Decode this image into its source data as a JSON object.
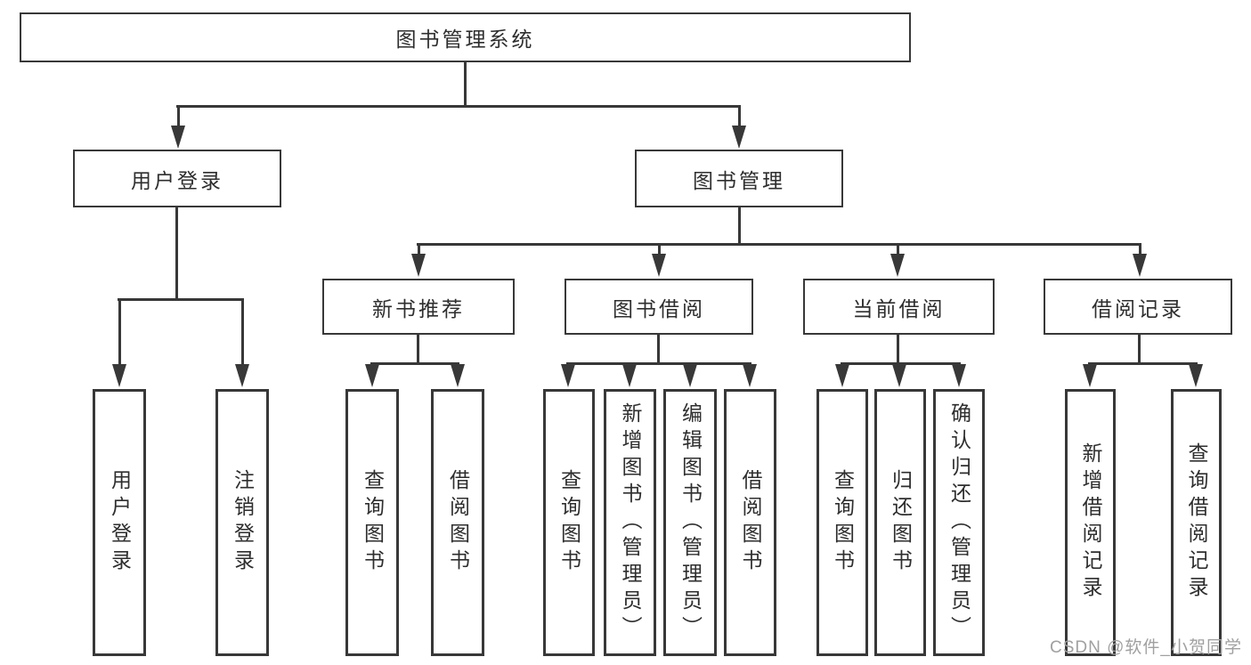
{
  "diagram": {
    "root": {
      "label": "图书管理系统"
    },
    "level2": [
      {
        "label": "用户登录"
      },
      {
        "label": "图书管理"
      }
    ],
    "level3": [
      {
        "label": "新书推荐"
      },
      {
        "label": "图书借阅"
      },
      {
        "label": "当前借阅"
      },
      {
        "label": "借阅记录"
      }
    ],
    "leaves": [
      {
        "label": "用户登录"
      },
      {
        "label": "注销登录"
      },
      {
        "label": "查询图书"
      },
      {
        "label": "借阅图书"
      },
      {
        "label": "查询图书"
      },
      {
        "label": "新增图书（管理员）"
      },
      {
        "label": "编辑图书（管理员）"
      },
      {
        "label": "借阅图书"
      },
      {
        "label": "查询图书"
      },
      {
        "label": "归还图书"
      },
      {
        "label": "确认归还（管理员）"
      },
      {
        "label": "新增借阅记录"
      },
      {
        "label": "查询借阅记录"
      }
    ]
  },
  "watermark": {
    "text": "CSDN @软件_小贺同学"
  },
  "colors": {
    "line": "#383838",
    "text": "#2e2e2e",
    "watermark": "#a0a0a0",
    "background": "#ffffff"
  }
}
